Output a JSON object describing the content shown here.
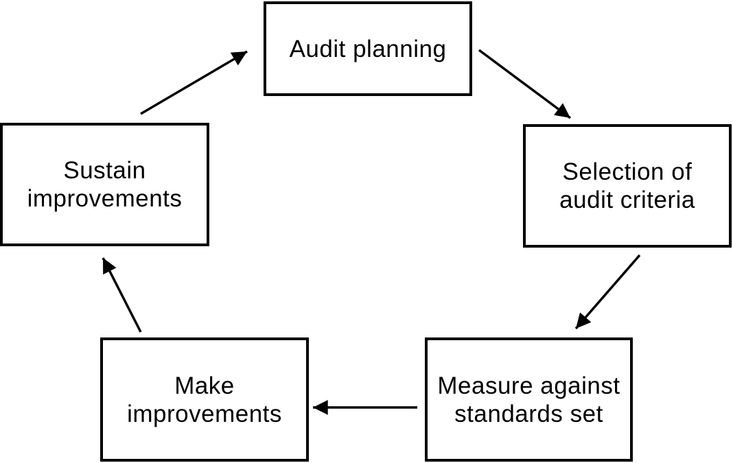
{
  "diagram": {
    "type": "cycle",
    "background_color": "#ffffff",
    "line_color": "#000000",
    "text_color": "#000000",
    "nodes": [
      {
        "id": "audit-planning",
        "label": "Audit planning"
      },
      {
        "id": "selection-of-audit-criteria",
        "label": "Selection of\naudit criteria"
      },
      {
        "id": "measure-against-standards-set",
        "label": "Measure against\nstandards set"
      },
      {
        "id": "make-improvements",
        "label": "Make\nimprovements"
      },
      {
        "id": "sustain-improvements",
        "label": "Sustain\nimprovements"
      }
    ],
    "edges": [
      {
        "from": "audit-planning",
        "to": "selection-of-audit-criteria"
      },
      {
        "from": "selection-of-audit-criteria",
        "to": "measure-against-standards-set"
      },
      {
        "from": "measure-against-standards-set",
        "to": "make-improvements"
      },
      {
        "from": "make-improvements",
        "to": "sustain-improvements"
      },
      {
        "from": "sustain-improvements",
        "to": "audit-planning"
      }
    ]
  }
}
